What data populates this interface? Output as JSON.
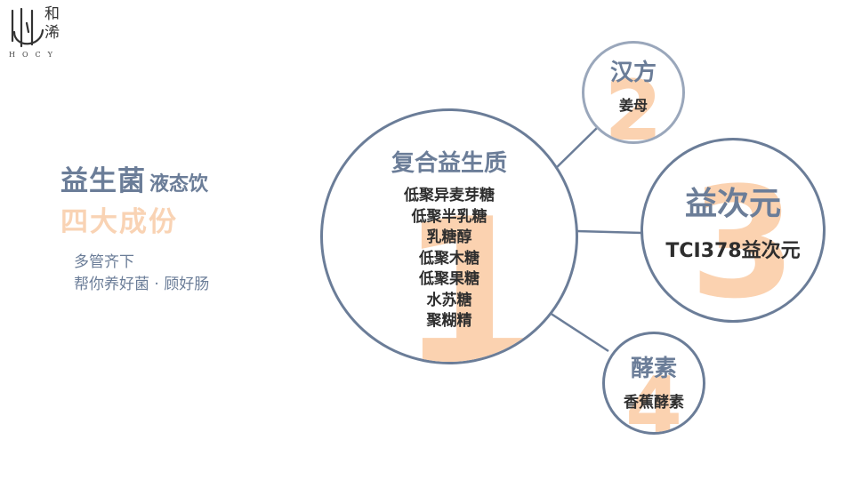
{
  "logo": {
    "chinese": [
      "和",
      "浠"
    ],
    "english": "HOCY"
  },
  "heading": {
    "main": "益生菌",
    "sub": "液态饮",
    "line2": "四大成份",
    "slogan": [
      "多管齐下",
      "帮你养好菌 · 顾好肠"
    ]
  },
  "components": {
    "c1": {
      "number": "1",
      "title": "复合益生质",
      "items": [
        "低聚异麦芽糖",
        "低聚半乳糖",
        "乳糖醇",
        "低聚木糖",
        "低聚果糖",
        "水苏糖",
        "聚糊精"
      ]
    },
    "c2": {
      "number": "2",
      "title": "汉方",
      "item": "姜母"
    },
    "c3": {
      "number": "3",
      "title": "益次元",
      "item": "TCI378益次元"
    },
    "c4": {
      "number": "4",
      "title": "酵素",
      "item": "香蕉酵素"
    }
  },
  "colors": {
    "accent": "#6b7d98",
    "number": "#fbd2b0",
    "circle2_border": "#9aa7bb"
  }
}
